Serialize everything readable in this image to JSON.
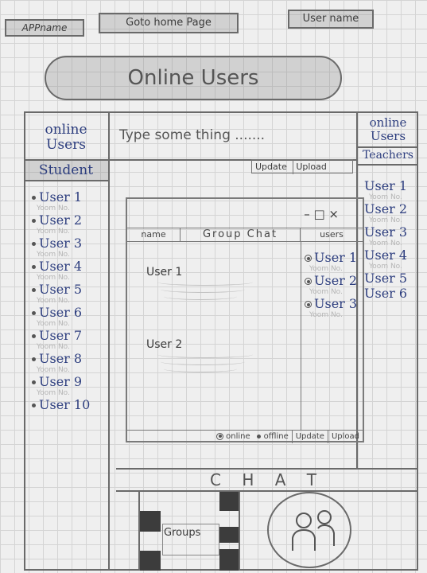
{
  "topbar": {
    "app_name": "APPname",
    "home_link": "Goto home Page",
    "user_name": "User name"
  },
  "banner": {
    "title": "Online Users"
  },
  "left_panel": {
    "heading": "online Users",
    "section": "Student",
    "users": [
      {
        "name": "User 1",
        "room": "Yoom No."
      },
      {
        "name": "User 2",
        "room": "Yoom No."
      },
      {
        "name": "User 3",
        "room": "Yoom No."
      },
      {
        "name": "User 4",
        "room": "Yoom No."
      },
      {
        "name": "User 5",
        "room": "Yoom No."
      },
      {
        "name": "User 6",
        "room": "Yoom No."
      },
      {
        "name": "User 7",
        "room": "Yoom No."
      },
      {
        "name": "User 8",
        "room": "Yoom No."
      },
      {
        "name": "User 9",
        "room": "Yoom No."
      },
      {
        "name": "User 10",
        "room": ""
      }
    ]
  },
  "composer": {
    "placeholder": "Type some thing .......",
    "update_label": "Update",
    "upload_label": "Upload"
  },
  "right_panel": {
    "heading": "online Users",
    "section": "Teachers",
    "users": [
      {
        "name": "User 1",
        "room": "Yoom No."
      },
      {
        "name": "User 2",
        "room": "Yoom No."
      },
      {
        "name": "User 3",
        "room": "Yoom No."
      },
      {
        "name": "User 4",
        "room": "Yoom No."
      },
      {
        "name": "User 5",
        "room": ""
      },
      {
        "name": "User 6",
        "room": ""
      }
    ]
  },
  "chat_window": {
    "controls": "– □ ×",
    "tab_name": "name",
    "title": "Group Chat",
    "users_tab": "users",
    "messages": [
      {
        "sender": "User 1"
      },
      {
        "sender": "User 2"
      }
    ],
    "users": [
      {
        "name": "User 1",
        "room": "Yoom No."
      },
      {
        "name": "User 2",
        "room": "Yoom No."
      },
      {
        "name": "User 3",
        "room": "Yoom No."
      }
    ],
    "footer": {
      "online": "online",
      "offline": "offline",
      "update": "Update",
      "upload": "Upload"
    }
  },
  "chat_label": "C H A T",
  "groups_label": "Groups"
}
